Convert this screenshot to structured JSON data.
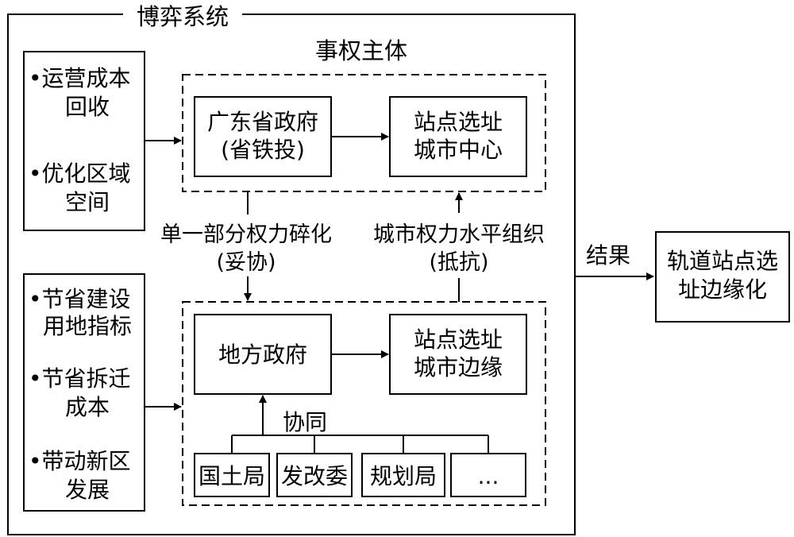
{
  "system": {
    "title": "博弈系统"
  },
  "subject": {
    "title": "事权主体"
  },
  "upper_motives": {
    "item1_line1": "•运营成本",
    "item1_line2": "回收",
    "item2_line1": "•优化区域",
    "item2_line2": "空间"
  },
  "lower_motives": {
    "item1_line1": "•节省建设",
    "item1_line2": "用地指标",
    "item2_line1": "•节省拆迁",
    "item2_line2": "成本",
    "item3_line1": "•带动新区",
    "item3_line2": "发展"
  },
  "upper_group": {
    "actor_line1": "广东省政府",
    "actor_line2": "(省铁投)",
    "site_line1": "站点选址",
    "site_line2": "城市中心"
  },
  "lower_group": {
    "actor": "地方政府",
    "site_line1": "站点选址",
    "site_line2": "城市边缘",
    "coordination": "协同",
    "departments": [
      "国土局",
      "发改委",
      "规划局",
      "..."
    ]
  },
  "flows": {
    "left_line1": "单一部分权力碎化",
    "left_line2": "(妥协)",
    "right_line1": "城市权力水平组织",
    "right_line2": "(抵抗)"
  },
  "result": {
    "arrow_label": "结果",
    "box_line1": "轨道站点选",
    "box_line2": "址边缘化"
  }
}
